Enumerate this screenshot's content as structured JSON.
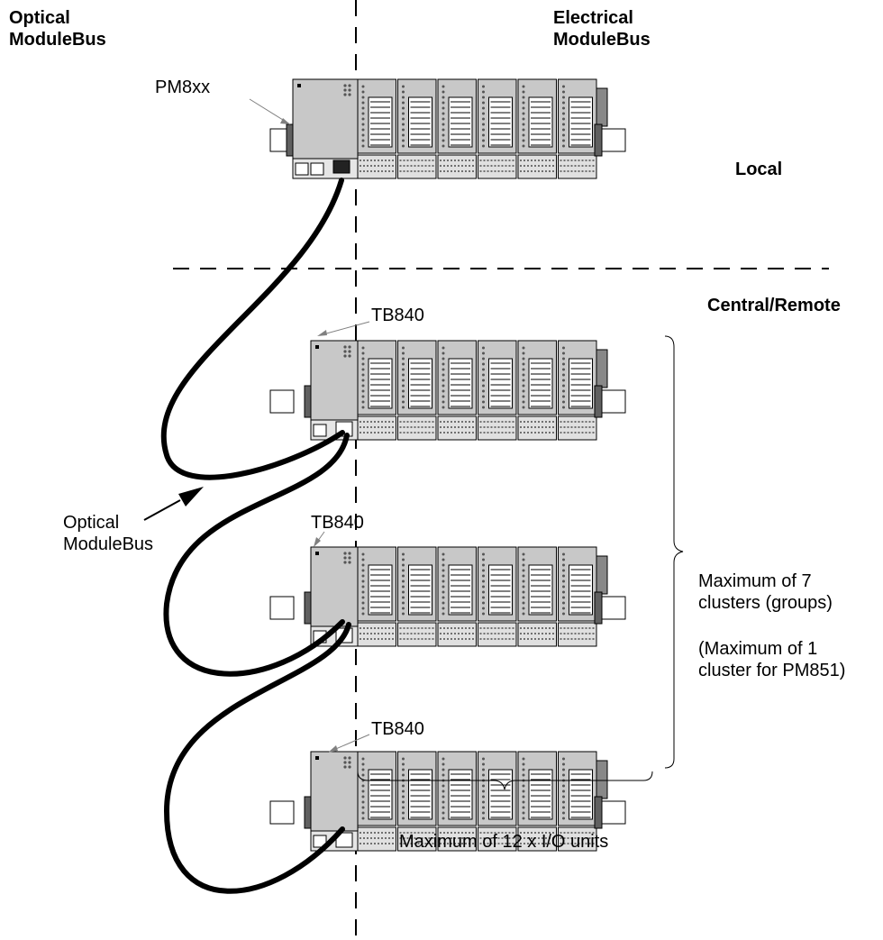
{
  "headings": {
    "optical_line1": "Optical",
    "optical_line2": "ModuleBus",
    "electrical_line1": "Electrical",
    "electrical_line2": "ModuleBus"
  },
  "sections": {
    "local": "Local",
    "central_remote": "Central/Remote"
  },
  "units": {
    "main_unit": "PM8xx",
    "cluster_unit": "TB840",
    "io_modules_per_rack": 6
  },
  "cable_label": {
    "line1": "Optical",
    "line2": "ModuleBus"
  },
  "clusters_note": {
    "line1": "Maximum of 7",
    "line2": "clusters (groups)",
    "line3": "(Maximum of 1",
    "line4": "cluster for PM851)"
  },
  "io_units_note": "Maximum of 12 x I/O units",
  "colors": {
    "line": "#000000",
    "module_fill": "#c8c8c8",
    "module_dark": "#a0a0a0",
    "leader_gray": "#808080",
    "background": "#ffffff"
  }
}
